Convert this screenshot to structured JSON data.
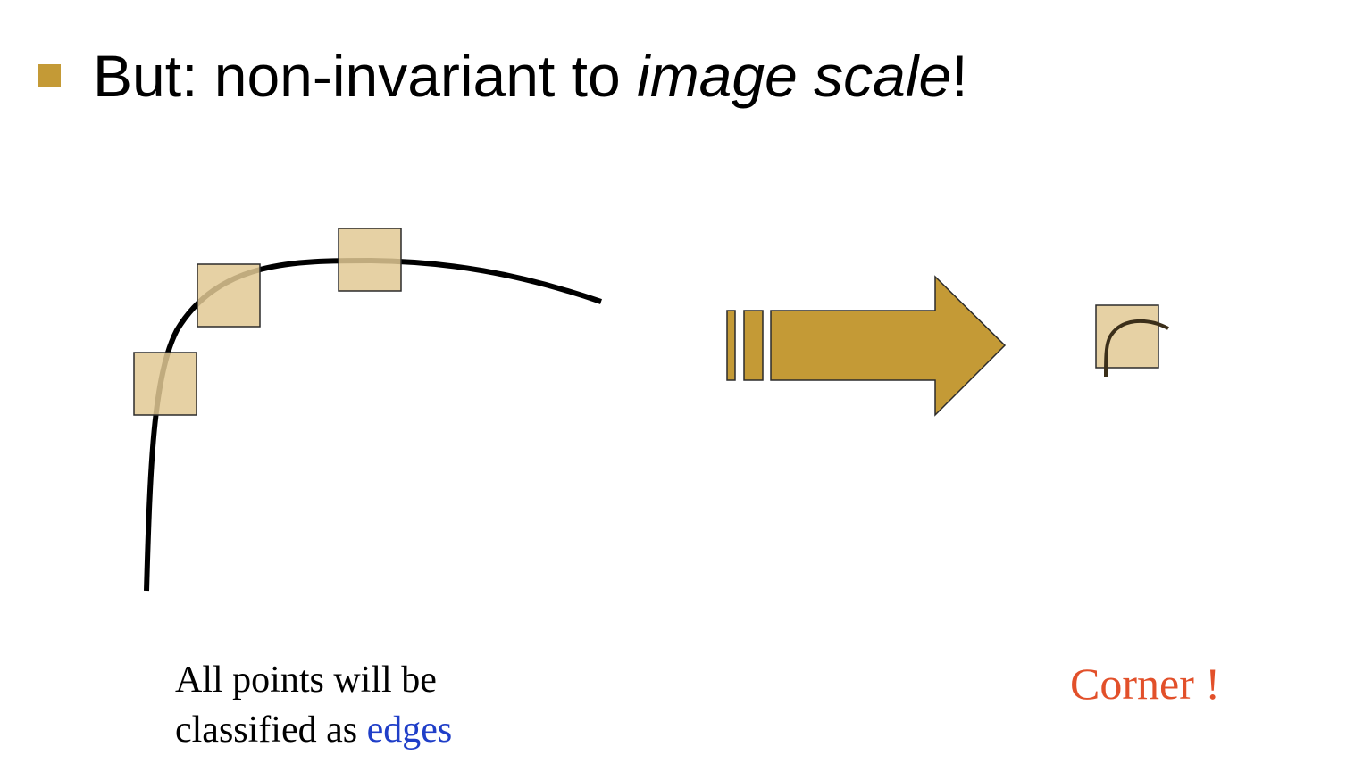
{
  "title": {
    "prefix": "But: non-invariant to ",
    "emphasis": "image scale",
    "suffix": "!"
  },
  "caption": {
    "line1": "All points will be",
    "line2_prefix": "classified as ",
    "line2_highlight": "edges"
  },
  "corner_label": "Corner !",
  "colors": {
    "bullet": "#c49a36",
    "window_fill": "#e2c994",
    "window_stroke": "#2b2b2b",
    "curve": "#000000",
    "arrow_fill": "#c49a36",
    "arrow_stroke": "#2b2b2b",
    "edges_text": "#1f3ec8",
    "corner_text": "#e2502a"
  }
}
